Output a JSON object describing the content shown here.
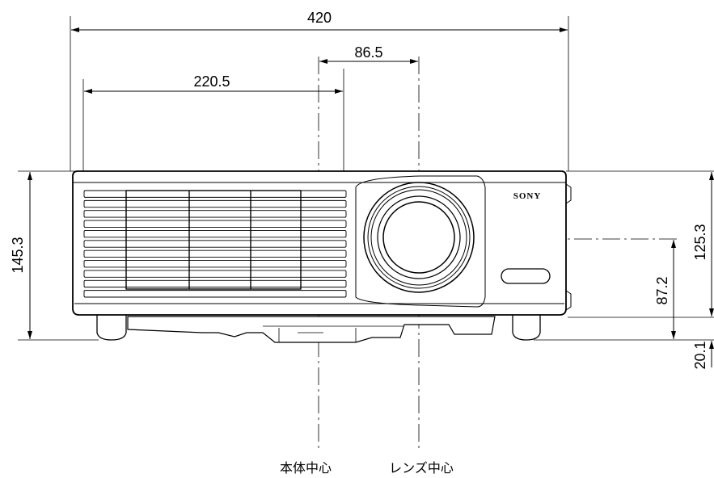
{
  "dimensions": {
    "overall_width": "420",
    "lens_offset": "86.5",
    "body_half_width": "220.5",
    "overall_height": "145.3",
    "lens_center_height": "125.3",
    "lens_center_from_feet": "87.2",
    "foot_height": "20.1"
  },
  "brand": "SONY",
  "labels": {
    "body_center": "本体中心",
    "lens_center": "レンズ中心"
  }
}
